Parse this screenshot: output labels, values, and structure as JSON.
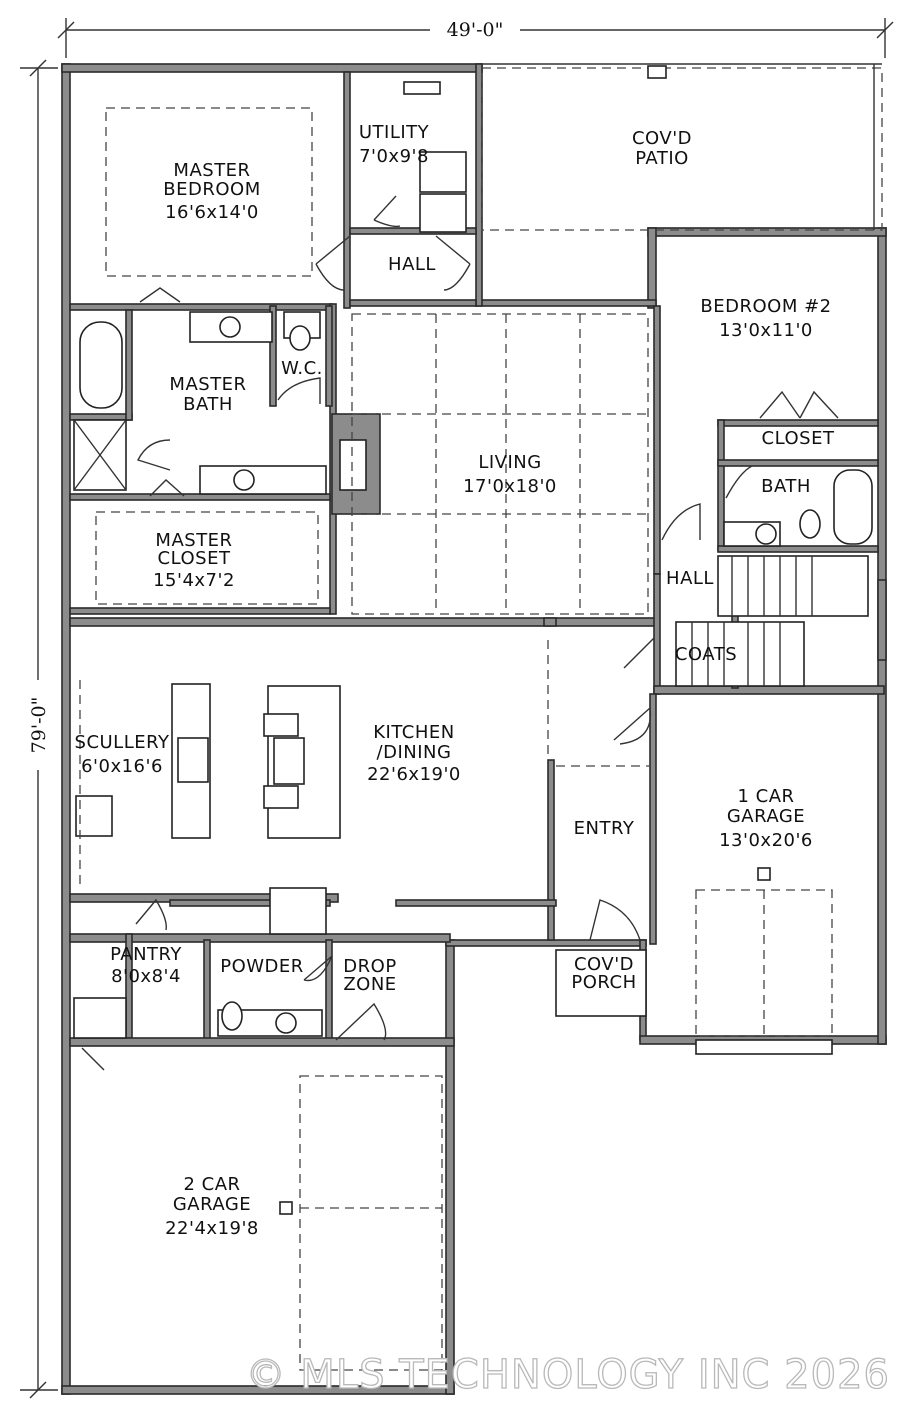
{
  "dimensions": {
    "width": "49'-0\"",
    "depth": "79'-0\""
  },
  "rooms": {
    "master_bedroom": {
      "name_line1": "MASTER",
      "name_line2": "BEDROOM",
      "size": "16'6x14'0"
    },
    "utility": {
      "name": "UTILITY",
      "size": "7'0x9'8"
    },
    "covd_patio": {
      "name_line1": "COV'D",
      "name_line2": "PATIO"
    },
    "hall_top": {
      "name": "HALL"
    },
    "bedroom_2": {
      "name": "BEDROOM #2",
      "size": "13'0x11'0"
    },
    "wc": {
      "name": "W.C."
    },
    "master_bath": {
      "name_line1": "MASTER",
      "name_line2": "BATH"
    },
    "closet": {
      "name": "CLOSET"
    },
    "living": {
      "name": "LIVING",
      "size": "17'0x18'0"
    },
    "bath": {
      "name": "BATH"
    },
    "master_closet": {
      "name_line1": "MASTER",
      "name_line2": "CLOSET",
      "size": "15'4x7'2"
    },
    "hall_right": {
      "name": "HALL"
    },
    "coats": {
      "name": "COATS"
    },
    "kitchen": {
      "name_line1": "KITCHEN",
      "name_line2": "/DINING",
      "size": "22'6x19'0"
    },
    "sculllery": {
      "name": "SCULLERY",
      "size": "6'0x16'6"
    },
    "garage_1": {
      "name_line1": "1 CAR",
      "name_line2": "GARAGE",
      "size": "13'0x20'6"
    },
    "entry": {
      "name": "ENTRY"
    },
    "pantry": {
      "name": "PANTRY",
      "size": "8'0x8'4"
    },
    "powder": {
      "name": "POWDER"
    },
    "drop_zone": {
      "name_line1": "DROP",
      "name_line2": "ZONE"
    },
    "covd_porch": {
      "name_line1": "COV'D",
      "name_line2": "PORCH"
    },
    "garage_2": {
      "name_line1": "2 CAR",
      "name_line2": "GARAGE",
      "size": "22'4x19'8"
    }
  },
  "watermark": "© MLS TECHNOLOGY INC 2026"
}
